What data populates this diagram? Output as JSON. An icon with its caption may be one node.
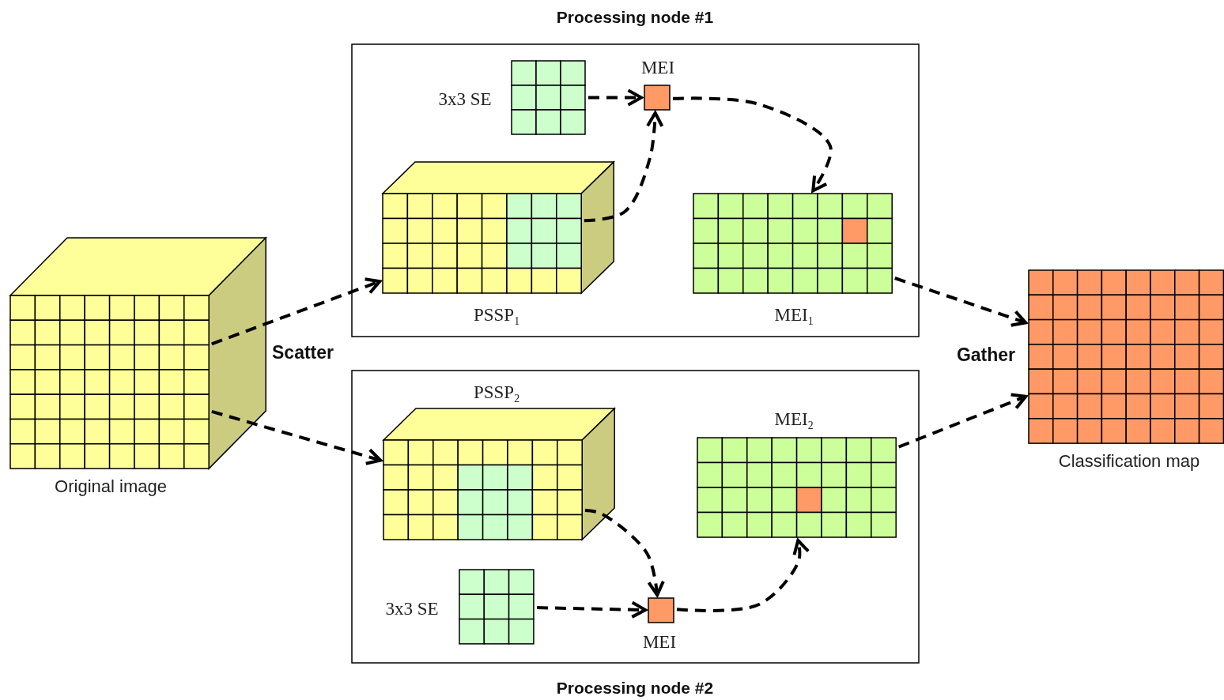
{
  "diagram": {
    "nodes": [
      {
        "text": [
          "Processing node #1"
        ]
      },
      {
        "text": [
          "3x3 SE"
        ],
        "in": 0
      },
      {
        "text": [
          "MEI"
        ],
        "in": 0
      },
      {
        "text": [
          "PSSP$_{1}$"
        ],
        "in": 0
      },
      {
        "text": [
          "MEI$_{1}$"
        ],
        "in": 0
      },
      {
        "text": [
          "Original image"
        ]
      },
      {
        "text": [
          "Processing node #2"
        ]
      },
      {
        "text": [
          "PSSP$_{2}$"
        ],
        "in": 6
      },
      {
        "text": [
          "MEI$_{2}$"
        ],
        "in": 6
      },
      {
        "text": [
          "3x3 SE"
        ],
        "in": 6
      },
      {
        "text": [
          "MEI"
        ],
        "in": 6
      },
      {
        "text": [
          "Classification map"
        ]
      }
    ],
    "edges": [
      {
        "from": 5,
        "to": 3,
        "arrow": "to",
        "style": "dashed"
      },
      {
        "from": 5,
        "to": 7,
        "arrow": "to",
        "style": "dashed"
      },
      {
        "from": 1,
        "to": 2,
        "arrow": "to",
        "style": "dashed"
      },
      {
        "from": 3,
        "to": 2,
        "arrow": "to",
        "style": "dashed"
      },
      {
        "from": 2,
        "to": 4,
        "arrow": "to",
        "style": "dashed"
      },
      {
        "from": 4,
        "to": 11,
        "arrow": "to",
        "style": "dashed"
      },
      {
        "from": 7,
        "to": 10,
        "arrow": "to",
        "style": "dashed"
      },
      {
        "from": 9,
        "to": 10,
        "arrow": "to",
        "style": "dashed"
      },
      {
        "from": 10,
        "to": 8,
        "arrow": "to",
        "style": "dashed"
      },
      {
        "from": 8,
        "to": 11,
        "arrow": "to",
        "style": "dashed"
      }
    ],
    "labels": [
      "Scatter",
      "Gather"
    ]
  }
}
